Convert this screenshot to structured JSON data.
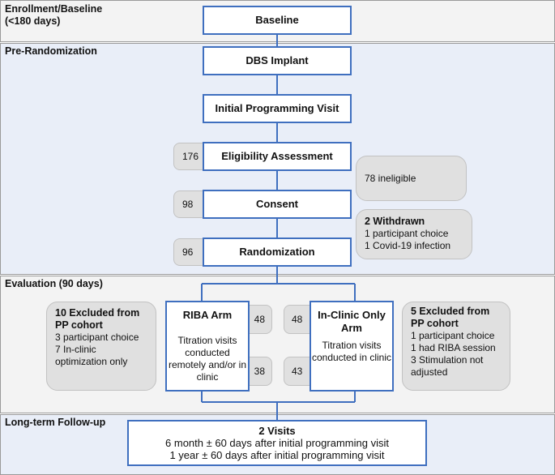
{
  "phases": {
    "enrollment": "Enrollment/Baseline\n(<180 days)",
    "pre_randomization": "Pre-Randomization",
    "evaluation": "Evaluation (90 days)",
    "follow_up": "Long-term Follow-up"
  },
  "boxes": {
    "baseline": "Baseline",
    "dbs_implant": "DBS Implant",
    "initial_programming": "Initial Programming Visit",
    "eligibility": "Eligibility Assessment",
    "consent": "Consent",
    "randomization": "Randomization"
  },
  "counts": {
    "eligibility": "176",
    "consent": "98",
    "randomization": "96",
    "riba_start": "48",
    "riba_end": "38",
    "clinic_start": "48",
    "clinic_end": "43"
  },
  "notes": {
    "ineligible": "78 ineligible",
    "withdrawn_title": "2 Withdrawn",
    "withdrawn_lines": [
      "1 participant choice",
      "1 Covid-19 infection"
    ],
    "riba_excluded_title": "10 Excluded from PP cohort",
    "riba_excluded_lines": [
      "3 participant choice",
      "7 In-clinic optimization only"
    ],
    "clinic_excluded_title": "5 Excluded from PP cohort",
    "clinic_excluded_lines": [
      "1 participant choice",
      "1 had RIBA session",
      "3 Stimulation not adjusted"
    ]
  },
  "arms": {
    "riba": {
      "title": "RIBA Arm",
      "desc": "Titration visits conducted remotely and/or in clinic"
    },
    "clinic": {
      "title": "In-Clinic Only Arm",
      "desc": "Titration visits conducted in clinic"
    }
  },
  "follow_up_box": {
    "title": "2 Visits",
    "lines": [
      "6 month ± 60 days after initial programming visit",
      "1 year ± 60 days after initial programming visit"
    ]
  },
  "colors": {
    "box_border": "#3f6fbf",
    "band_gray": "#f3f3f3",
    "band_blue": "#e9eef8",
    "note_fill": "#e0e0e0"
  }
}
